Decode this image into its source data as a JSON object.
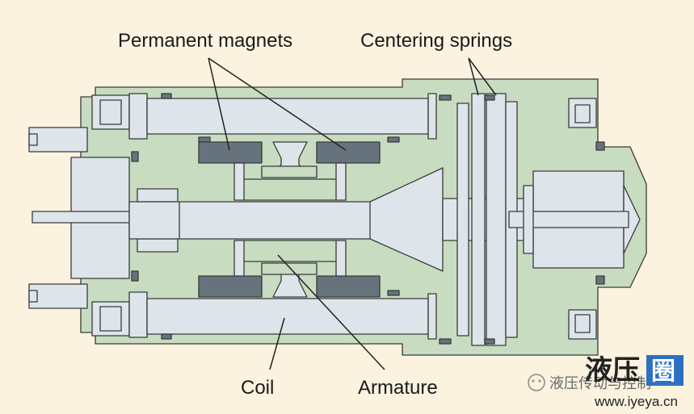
{
  "labels": {
    "permanent_magnets": "Permanent magnets",
    "centering_springs": "Centering springs",
    "coil": "Coil",
    "armature": "Armature"
  },
  "watermark": {
    "account": "液压传动与控制",
    "brand_text": "液压",
    "brand_badge": "圈",
    "url": "www.iyeya.cn"
  },
  "colors": {
    "background": "#fbf3df",
    "housing": "#c7dcc0",
    "parts": "#dde5ea",
    "magnets": "#66737d",
    "outline": "#3a3a3a"
  }
}
